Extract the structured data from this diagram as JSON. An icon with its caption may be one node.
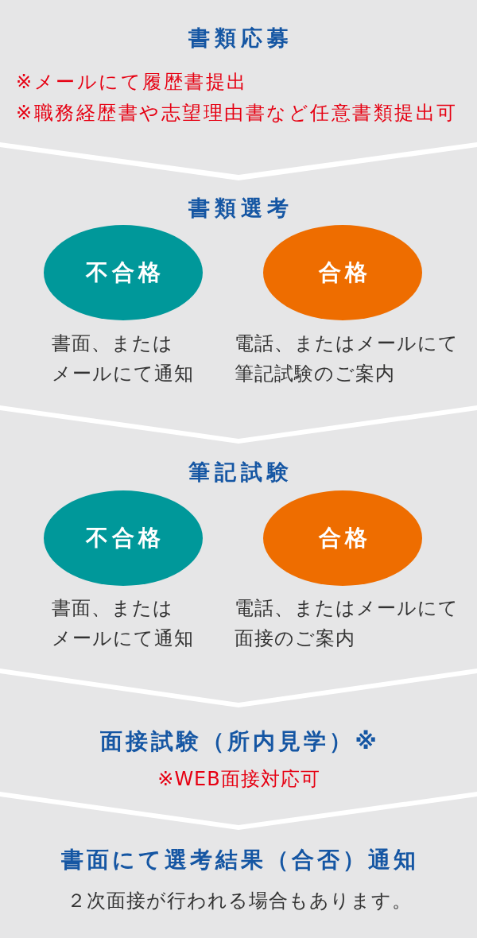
{
  "diagram": {
    "nodes": [
      {
        "text": [
          "書類応募",
          "※メールにて履歴書提出",
          "※職務経歴書や志望理由書など任意書類提出可"
        ]
      },
      {
        "text": [
          "書類選考"
        ]
      },
      {
        "text": [
          "不合格"
        ],
        "in": 1,
        "beside": [
          "書面、またはメールにて通知"
        ]
      },
      {
        "text": [
          "合格"
        ],
        "in": 1,
        "beside": [
          "電話、またはメールにて筆記試験のご案内"
        ]
      },
      {
        "text": [
          "筆記試験"
        ]
      },
      {
        "text": [
          "不合格"
        ],
        "in": 4,
        "beside": [
          "書面、またはメールにて通知"
        ]
      },
      {
        "text": [
          "合格"
        ],
        "in": 4,
        "beside": [
          "電話、またはメールにて面接のご案内"
        ]
      },
      {
        "text": [
          "面接試験（所内見学）※",
          "※WEB面接対応可"
        ]
      },
      {
        "text": [
          "書面にて選考結果（合否）通知",
          "２次面接が行われる場合もあります。"
        ]
      }
    ]
  }
}
